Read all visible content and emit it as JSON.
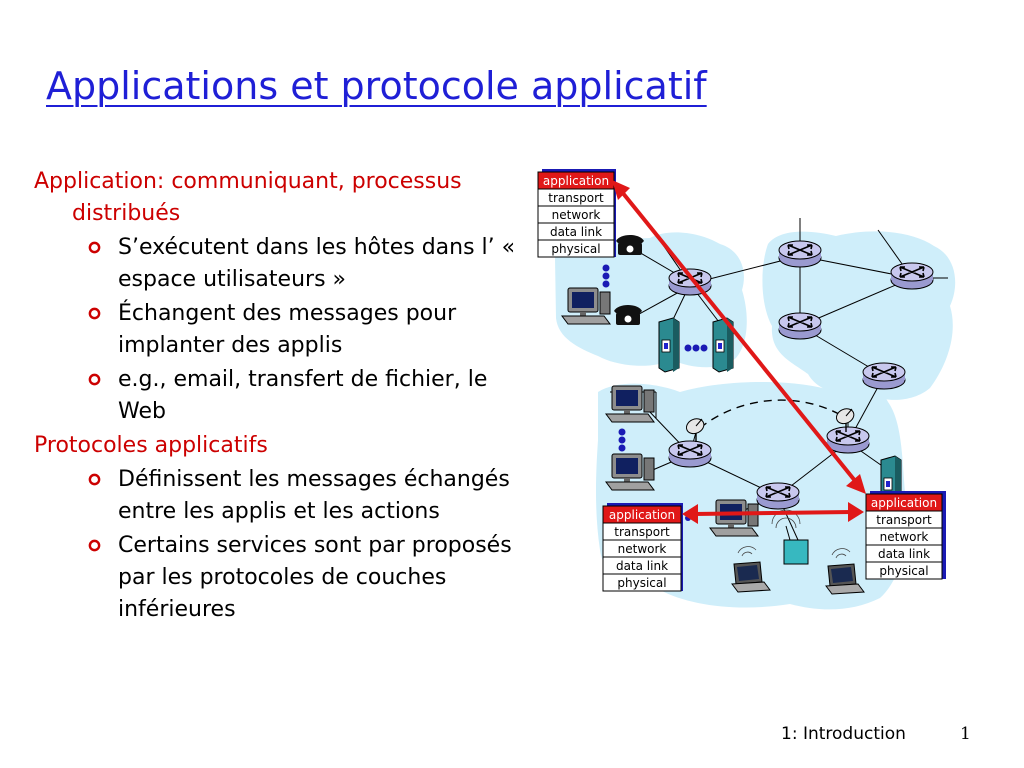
{
  "slide": {
    "title": "Applications et protocole applicatif",
    "footer_label": "1: Introduction",
    "page_number": "1"
  },
  "bullets": [
    {
      "level": 1,
      "text": "Application: communiquant, processus distribués"
    },
    {
      "level": 2,
      "text": "S’exécutent dans les hôtes dans l’ « espace utilisateurs »"
    },
    {
      "level": 2,
      "text": "Échangent des messages pour implanter des applis"
    },
    {
      "level": 2,
      "text": "e.g., email, transfert de fichier, le Web"
    },
    {
      "level": 1,
      "text": "Protocoles applicatifs"
    },
    {
      "level": 2,
      "text": "Définissent les messages échangés entre les applis et les actions"
    },
    {
      "level": 2,
      "text": "Certains services sont par proposés par les protocoles de couches inférieures"
    }
  ],
  "protocol_stack": {
    "layers": [
      "application",
      "transport",
      "network",
      "data link",
      "physical"
    ]
  },
  "colors": {
    "title": "#1f1fd6",
    "level1_text": "#cc0000",
    "arrow": "#e01818",
    "cloud": "#cfeefa",
    "router": "#c8c8ee",
    "application_highlight": "#e01818"
  },
  "icons": [
    "router-icon",
    "telephone-icon",
    "computer-icon",
    "server-icon",
    "laptop-icon",
    "satellite-dish-icon",
    "wireless-access-point-icon"
  ]
}
